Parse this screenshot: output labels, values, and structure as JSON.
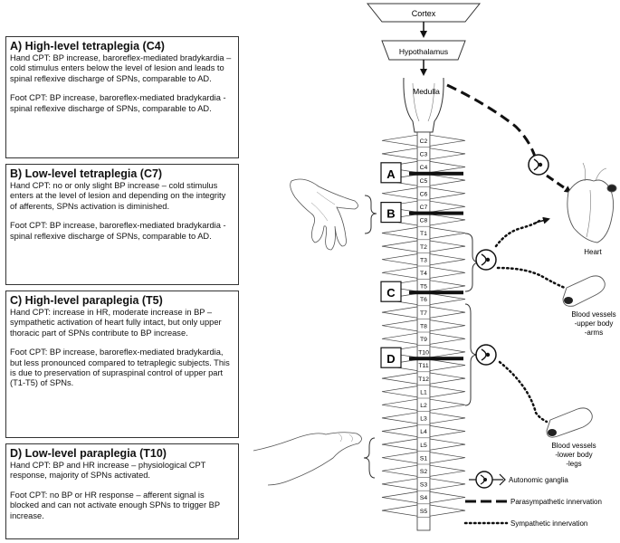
{
  "panels": [
    {
      "heading": "A)  High-level tetraplegia (C4)",
      "hand": "Hand CPT: BP increase, baroreflex-mediated bradykardia – cold stimulus enters below the level of lesion and leads to spinal reflexive discharge of SPNs, comparable to AD.",
      "foot": "Foot CPT: BP increase, baroreflex-mediated bradykardia - spinal reflexive  discharge of SPNs, comparable to AD."
    },
    {
      "heading": "B)  Low-level tetraplegia (C7)",
      "hand": "Hand CPT: no or only slight BP increase – cold stimulus enters at the level of lesion and depending on the integrity of afferents,  SPNs activation  is diminished.",
      "foot": "Foot CPT: BP increase, baroreflex-mediated bradykardia - spinal reflexive  discharge of SPNs, comparable to AD."
    },
    {
      "heading": "C)  High-level paraplegia (T5)",
      "hand": "Hand CPT: increase in HR, moderate increase in BP – sympathetic activation of heart fully intact, but only upper thoracic part of SPNs contribute to BP increase.",
      "foot": "Foot CPT: BP increase, baroreflex-mediated bradykardia, but less pronounced compared to tetraplegic subjects. This is due to preservation of supraspinal control of upper part (T1-T5)  of SPNs."
    },
    {
      "heading": "D)  Low-level paraplegia (T10)",
      "hand": "Hand CPT: BP and HR increase – physiological CPT response, majority of SPNs activated.",
      "foot": "Foot CPT: no BP or HR response – afferent signal is blocked and can not activate enough SPNs to trigger BP increase."
    }
  ],
  "brain": {
    "cortex": "Cortex",
    "hypothalamus": "Hypothalamus",
    "medulla": "Medulla"
  },
  "segments": [
    "C2",
    "C3",
    "C4",
    "C5",
    "C6",
    "C7",
    "C8",
    "T1",
    "T2",
    "T3",
    "T4",
    "T5",
    "T6",
    "T7",
    "T8",
    "T9",
    "T10",
    "T11",
    "T12",
    "L1",
    "L2",
    "L3",
    "L4",
    "L5",
    "S1",
    "S2",
    "S3",
    "S4",
    "S5"
  ],
  "lesion_markers": [
    {
      "label": "A",
      "below_segment": "C4"
    },
    {
      "label": "B",
      "below_segment": "C7"
    },
    {
      "label": "C",
      "below_segment": "T5"
    },
    {
      "label": "D",
      "below_segment": "T10"
    }
  ],
  "targets": {
    "heart": "Heart",
    "vessels_upper": [
      "Blood vessels",
      "-upper body",
      "-arms"
    ],
    "vessels_lower": [
      "Blood vessels",
      "-lower body",
      "-legs"
    ]
  },
  "legend": [
    {
      "kind": "ganglion",
      "label": "Autonomic ganglia"
    },
    {
      "kind": "dashed",
      "label": "Parasympathetic innervation"
    },
    {
      "kind": "dotted",
      "label": "Sympathetic innervation"
    }
  ]
}
